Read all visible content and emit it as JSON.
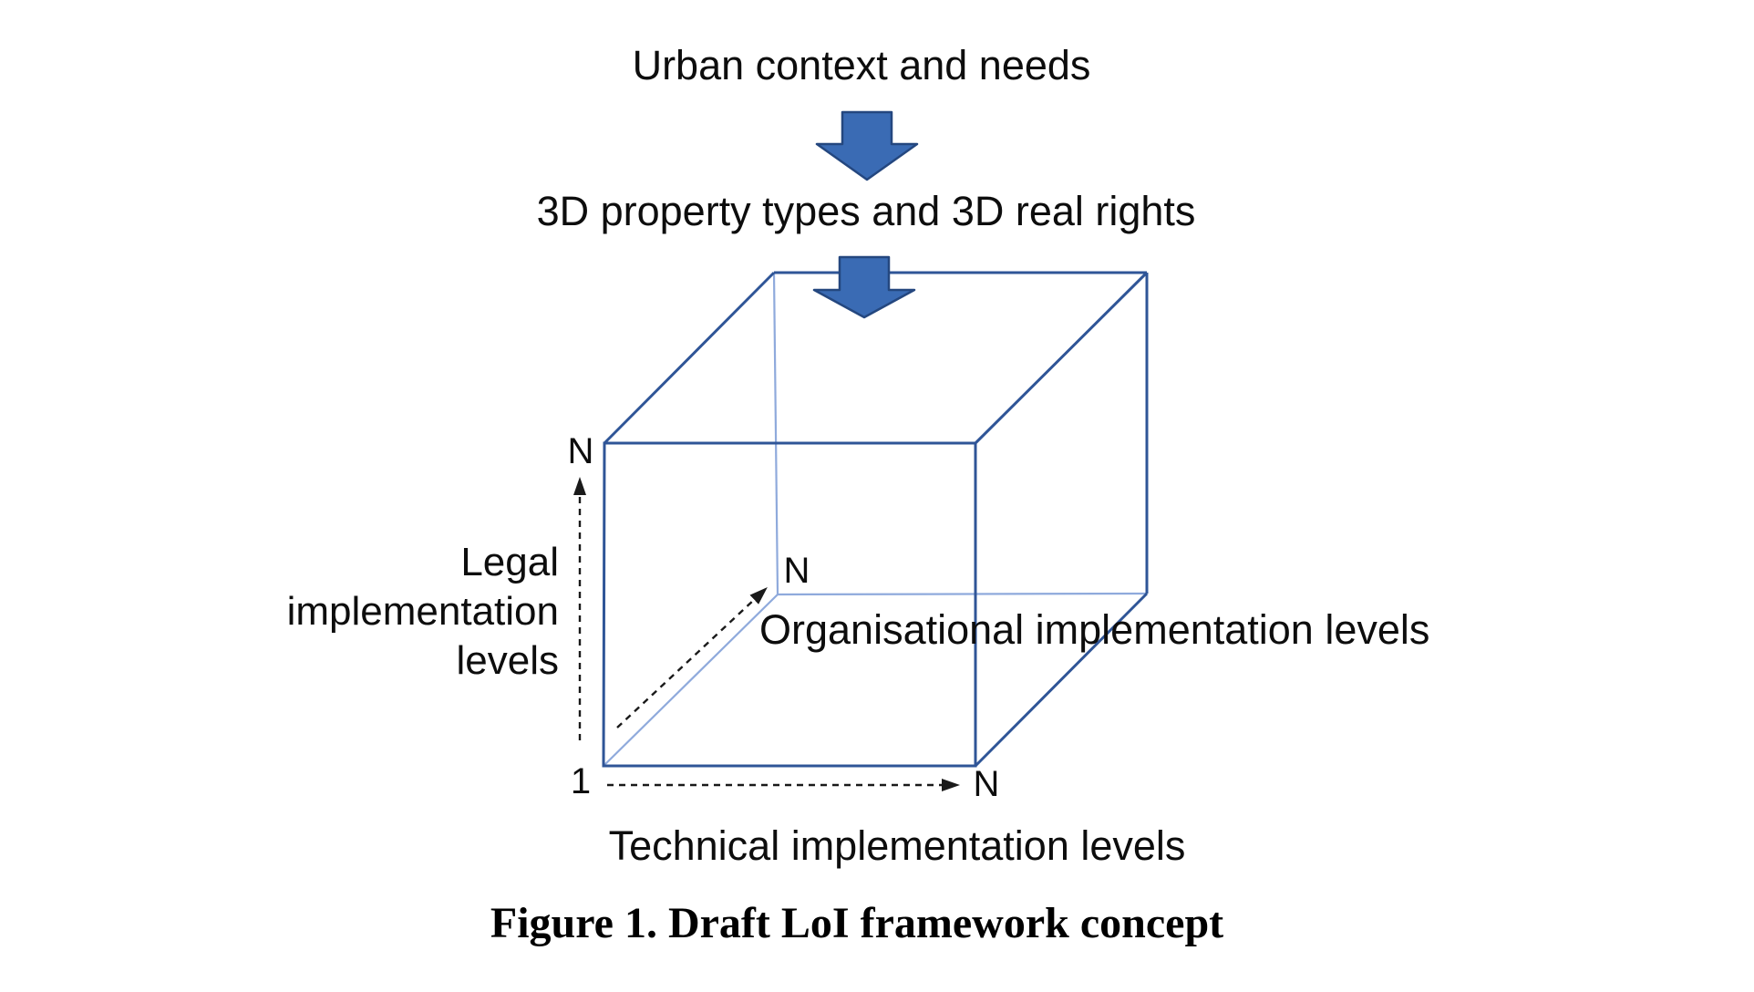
{
  "colors": {
    "edge_dark": "#2F5597",
    "edge_light": "#8FAADC",
    "arrow_fill": "#3A6BB4",
    "arrow_stroke": "#24477F",
    "axis": "#1a1a1a",
    "text": "#0d0d0d"
  },
  "flow": {
    "step1": "Urban context and needs",
    "step2": "3D property types and 3D real rights"
  },
  "cube": {
    "origin_label": "1",
    "axes": {
      "legal": {
        "lines": [
          "Legal",
          "implementation",
          "levels"
        ],
        "max_label": "N"
      },
      "organisational": {
        "label": "Organisational implementation levels",
        "max_label": "N"
      },
      "technical": {
        "label": "Technical implementation levels",
        "max_label": "N"
      }
    }
  },
  "caption": "Figure 1. Draft LoI framework concept"
}
